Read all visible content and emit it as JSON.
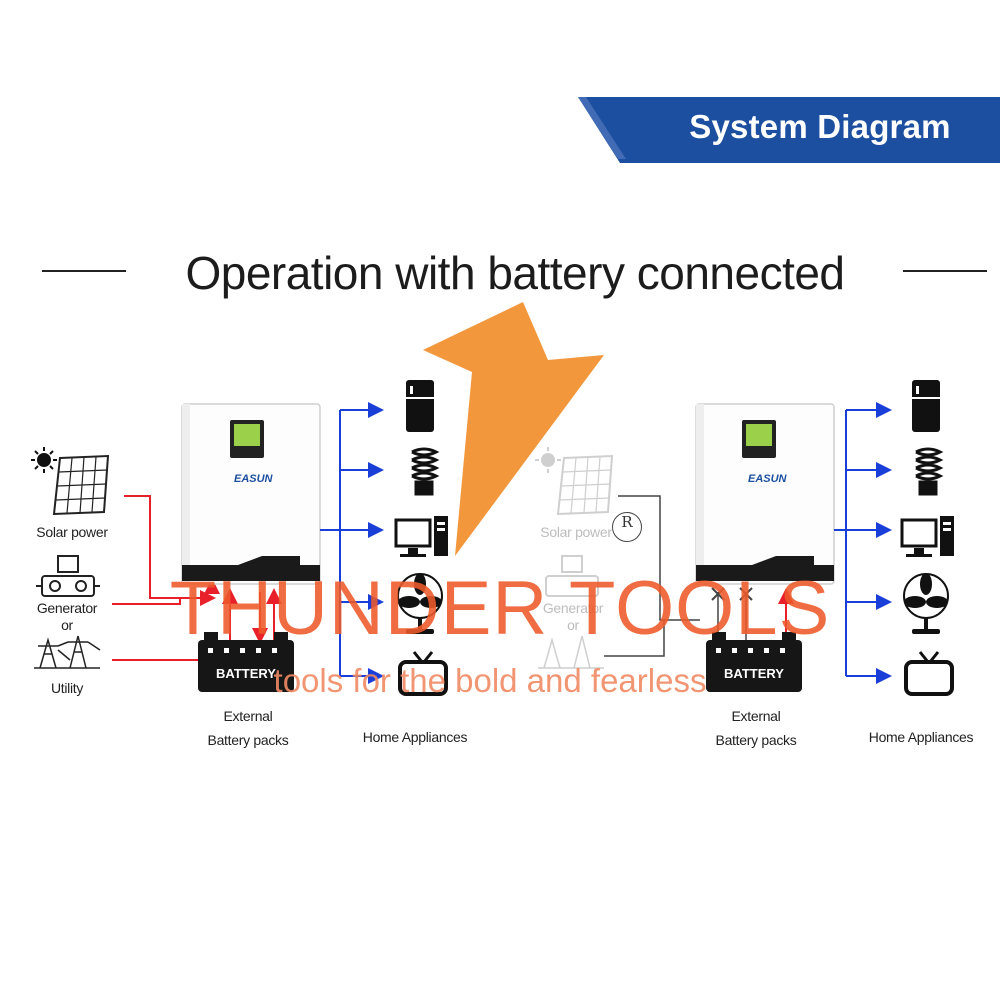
{
  "banner": {
    "title": "System Diagram",
    "color": "#1c4fa0"
  },
  "headline": "Operation with battery connected",
  "left": {
    "sources": {
      "solar": "Solar power",
      "generator": "Generator",
      "or": "or",
      "utility": "Utility"
    },
    "inverter_brand": "EASUN",
    "battery_label": "BATTERY",
    "battery_caption_1": "External",
    "battery_caption_2": "Battery packs",
    "appliances_caption": "Home Appliances"
  },
  "right": {
    "sources": {
      "solar": "Solar power",
      "generator": "Generator",
      "or": "or"
    },
    "inverter_brand": "EASUN",
    "battery_label": "BATTERY",
    "battery_caption_1": "External",
    "battery_caption_2": "Battery packs",
    "appliances_caption": "Home Appliances"
  },
  "watermark": {
    "title": "THUNDER TOOLS",
    "tagline": "tools for the bold and fearless",
    "registered": "R",
    "color": "#ee5a2a",
    "bolt_color": "#f28c28"
  },
  "flow_colors": {
    "input": "#e8202a",
    "output": "#1a3fd8"
  },
  "icons": [
    "sun-icon",
    "solar-panel-icon",
    "generator-icon",
    "utility-tower-icon",
    "fridge-icon",
    "bulb-icon",
    "computer-icon",
    "fan-icon",
    "tv-icon",
    "lightning-bolt-icon"
  ]
}
